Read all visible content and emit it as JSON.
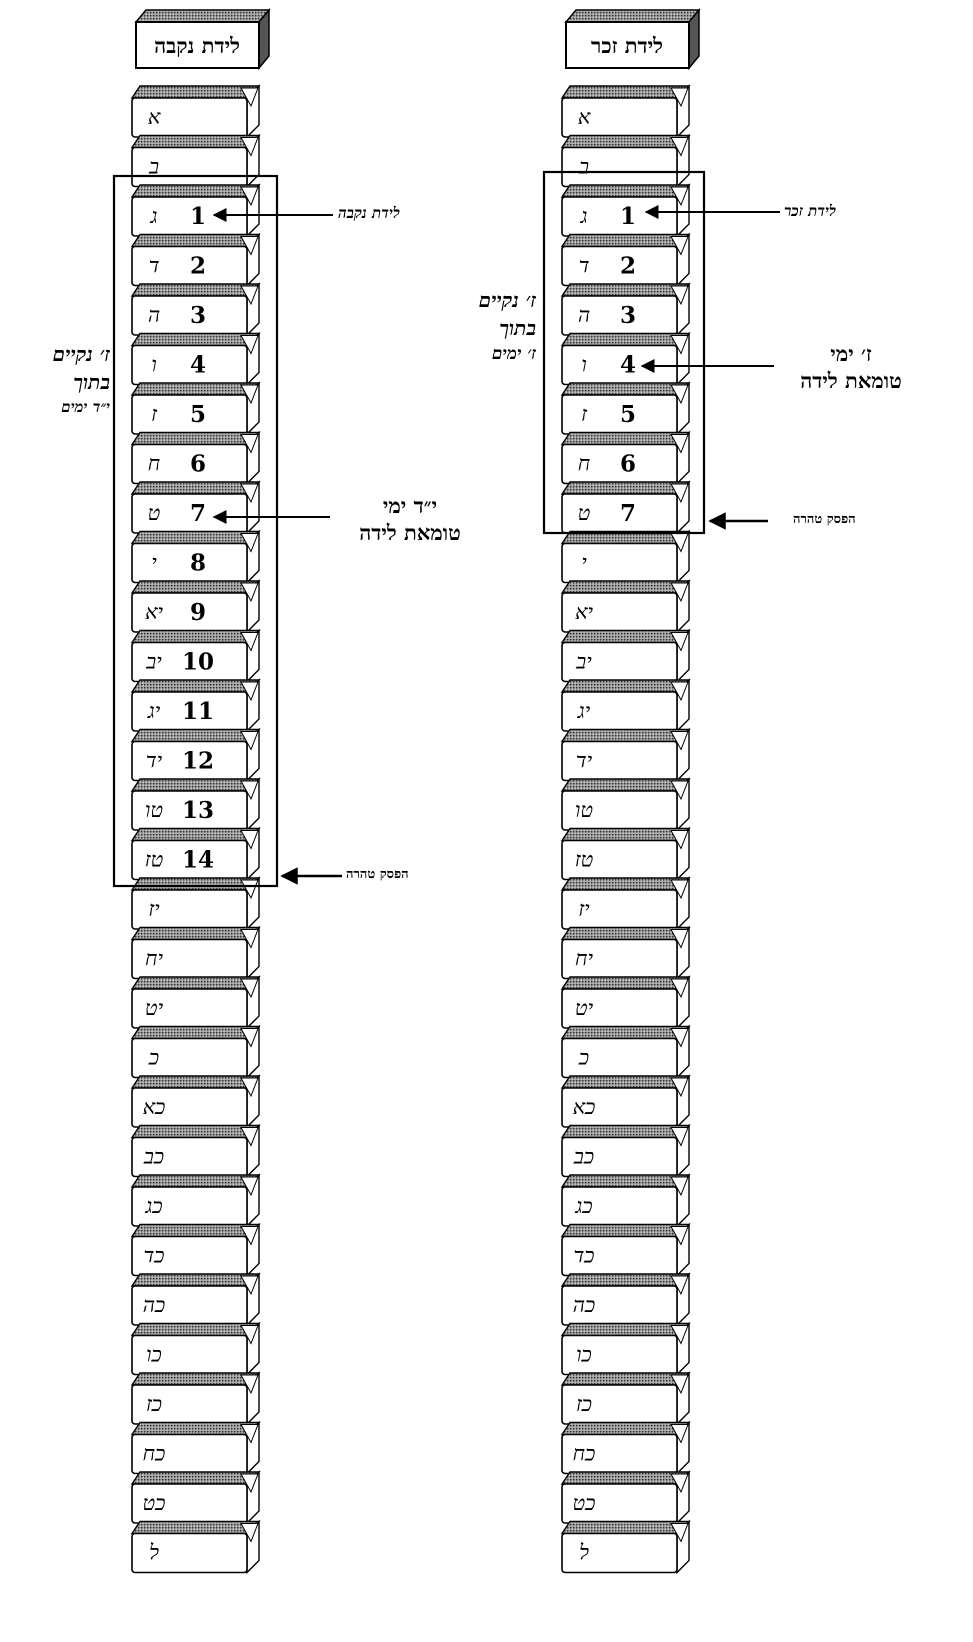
{
  "columns": [
    {
      "id": "female",
      "header": "לידת נקבה",
      "days": [
        "א",
        "ב",
        "ג",
        "ד",
        "ה",
        "ו",
        "ז",
        "ח",
        "ט",
        "י",
        "יא",
        "יב",
        "יג",
        "יד",
        "טו",
        "טז",
        "יז",
        "יח",
        "יט",
        "כ",
        "כא",
        "כב",
        "כג",
        "כד",
        "כה",
        "כו",
        "כז",
        "כח",
        "כט",
        "ל"
      ],
      "counts": [
        "1",
        "2",
        "3",
        "4",
        "5",
        "6",
        "7",
        "8",
        "9",
        "10",
        "11",
        "12",
        "13",
        "14"
      ],
      "count_start_index": 2
    },
    {
      "id": "male",
      "header": "לידת זכר",
      "days": [
        "א",
        "ב",
        "ג",
        "ד",
        "ה",
        "ו",
        "ז",
        "ח",
        "ט",
        "י",
        "יא",
        "יב",
        "יג",
        "יד",
        "טו",
        "טז",
        "יז",
        "יח",
        "יט",
        "כ",
        "כא",
        "כב",
        "כג",
        "כד",
        "כה",
        "כו",
        "כז",
        "כח",
        "כט",
        "ל"
      ],
      "counts": [
        "1",
        "2",
        "3",
        "4",
        "5",
        "6",
        "7"
      ],
      "count_start_index": 2
    }
  ],
  "annotations": {
    "female_birth": "לידת נקבה",
    "female_clean_lines": [
      "ז׳ נקיים",
      "בתוך",
      "י״ד ימים"
    ],
    "female_impurity_lines": [
      "י״ד ימי",
      "טומאת לידה"
    ],
    "female_hefsek": "הפסק טהרה",
    "male_birth": "לידת זכר",
    "male_clean_lines": [
      "ז׳ נקיים",
      "בתוך",
      "ז׳ ימים"
    ],
    "male_impurity_lines": [
      "ז׳ ימי",
      "טומאת לידה"
    ],
    "male_hefsek": "הפסק טהרה"
  }
}
